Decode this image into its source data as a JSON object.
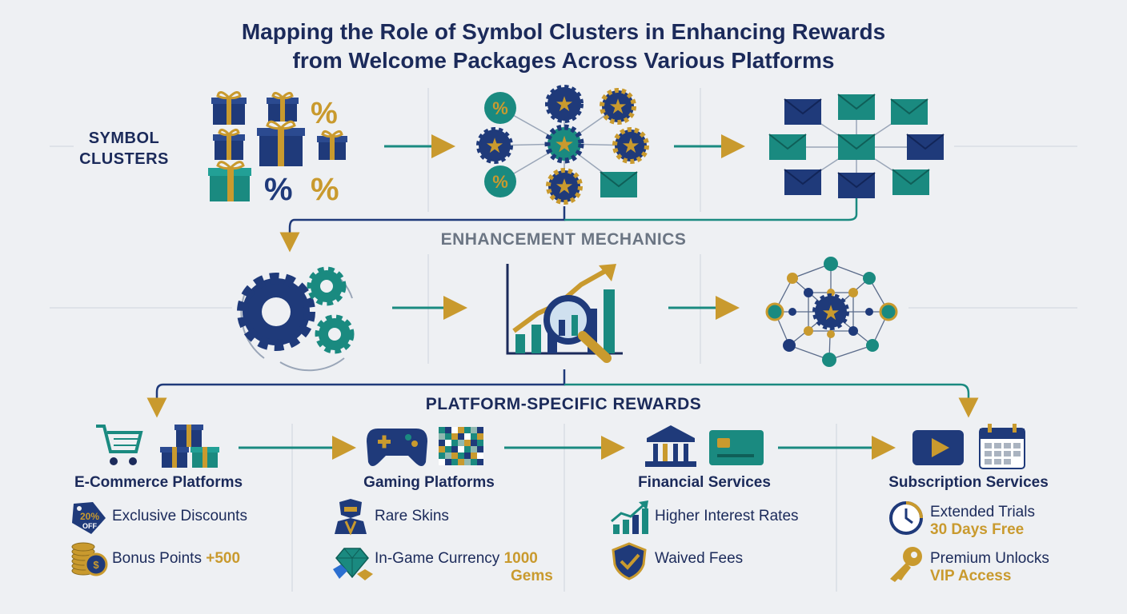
{
  "title": {
    "line1": "Mapping the Role of Symbol Clusters in Enhancing Rewards",
    "line2": "from Welcome Packages Across Various Platforms"
  },
  "sections": {
    "symbol_clusters": {
      "line1": "SYMBOL",
      "line2": "CLUSTERS"
    },
    "enhancement_mechanics": "ENHANCEMENT MECHANICS",
    "platform_specific_rewards": "PLATFORM-SPECIFIC REWARDS"
  },
  "cluster_glyphs": {
    "percent": "%"
  },
  "platforms": [
    {
      "name": "E-Commerce Platforms",
      "icons": [
        "shopping-cart-icon",
        "gift-boxes-icon"
      ],
      "rewards": [
        {
          "icon": "discount-tag-icon",
          "badge": "20%",
          "badge_sub": "OFF",
          "text": "Exclusive Discounts",
          "highlight": ""
        },
        {
          "icon": "coins-stack-icon",
          "text": "Bonus Points",
          "highlight": "+500"
        }
      ]
    },
    {
      "name": "Gaming Platforms",
      "icons": [
        "gamepad-icon",
        "pixel-mosaic-icon"
      ],
      "rewards": [
        {
          "icon": "character-skin-icon",
          "text": "Rare Skins",
          "highlight": ""
        },
        {
          "icon": "gems-icon",
          "text": "In-Game Currency",
          "highlight": "1000",
          "highlight2": "Gems"
        }
      ]
    },
    {
      "name": "Financial Services",
      "icons": [
        "bank-icon",
        "credit-card-icon"
      ],
      "rewards": [
        {
          "icon": "rising-chart-icon",
          "text": "Higher Interest Rates",
          "highlight": ""
        },
        {
          "icon": "shield-check-icon",
          "text": "Waived Fees",
          "highlight": ""
        }
      ]
    },
    {
      "name": "Subscription Services",
      "icons": [
        "video-play-icon",
        "calendar-icon"
      ],
      "rewards": [
        {
          "icon": "clock-icon",
          "text": "Extended Trials",
          "highlight": "30 Days Free"
        },
        {
          "icon": "key-icon",
          "text": "Premium Unlocks",
          "highlight": "VIP Access"
        }
      ]
    }
  ],
  "colors": {
    "navy": "#1f3a7a",
    "teal": "#1a8a80",
    "gold": "#c99a2e",
    "background": "#eef0f3",
    "text": "#1b2a5a"
  }
}
